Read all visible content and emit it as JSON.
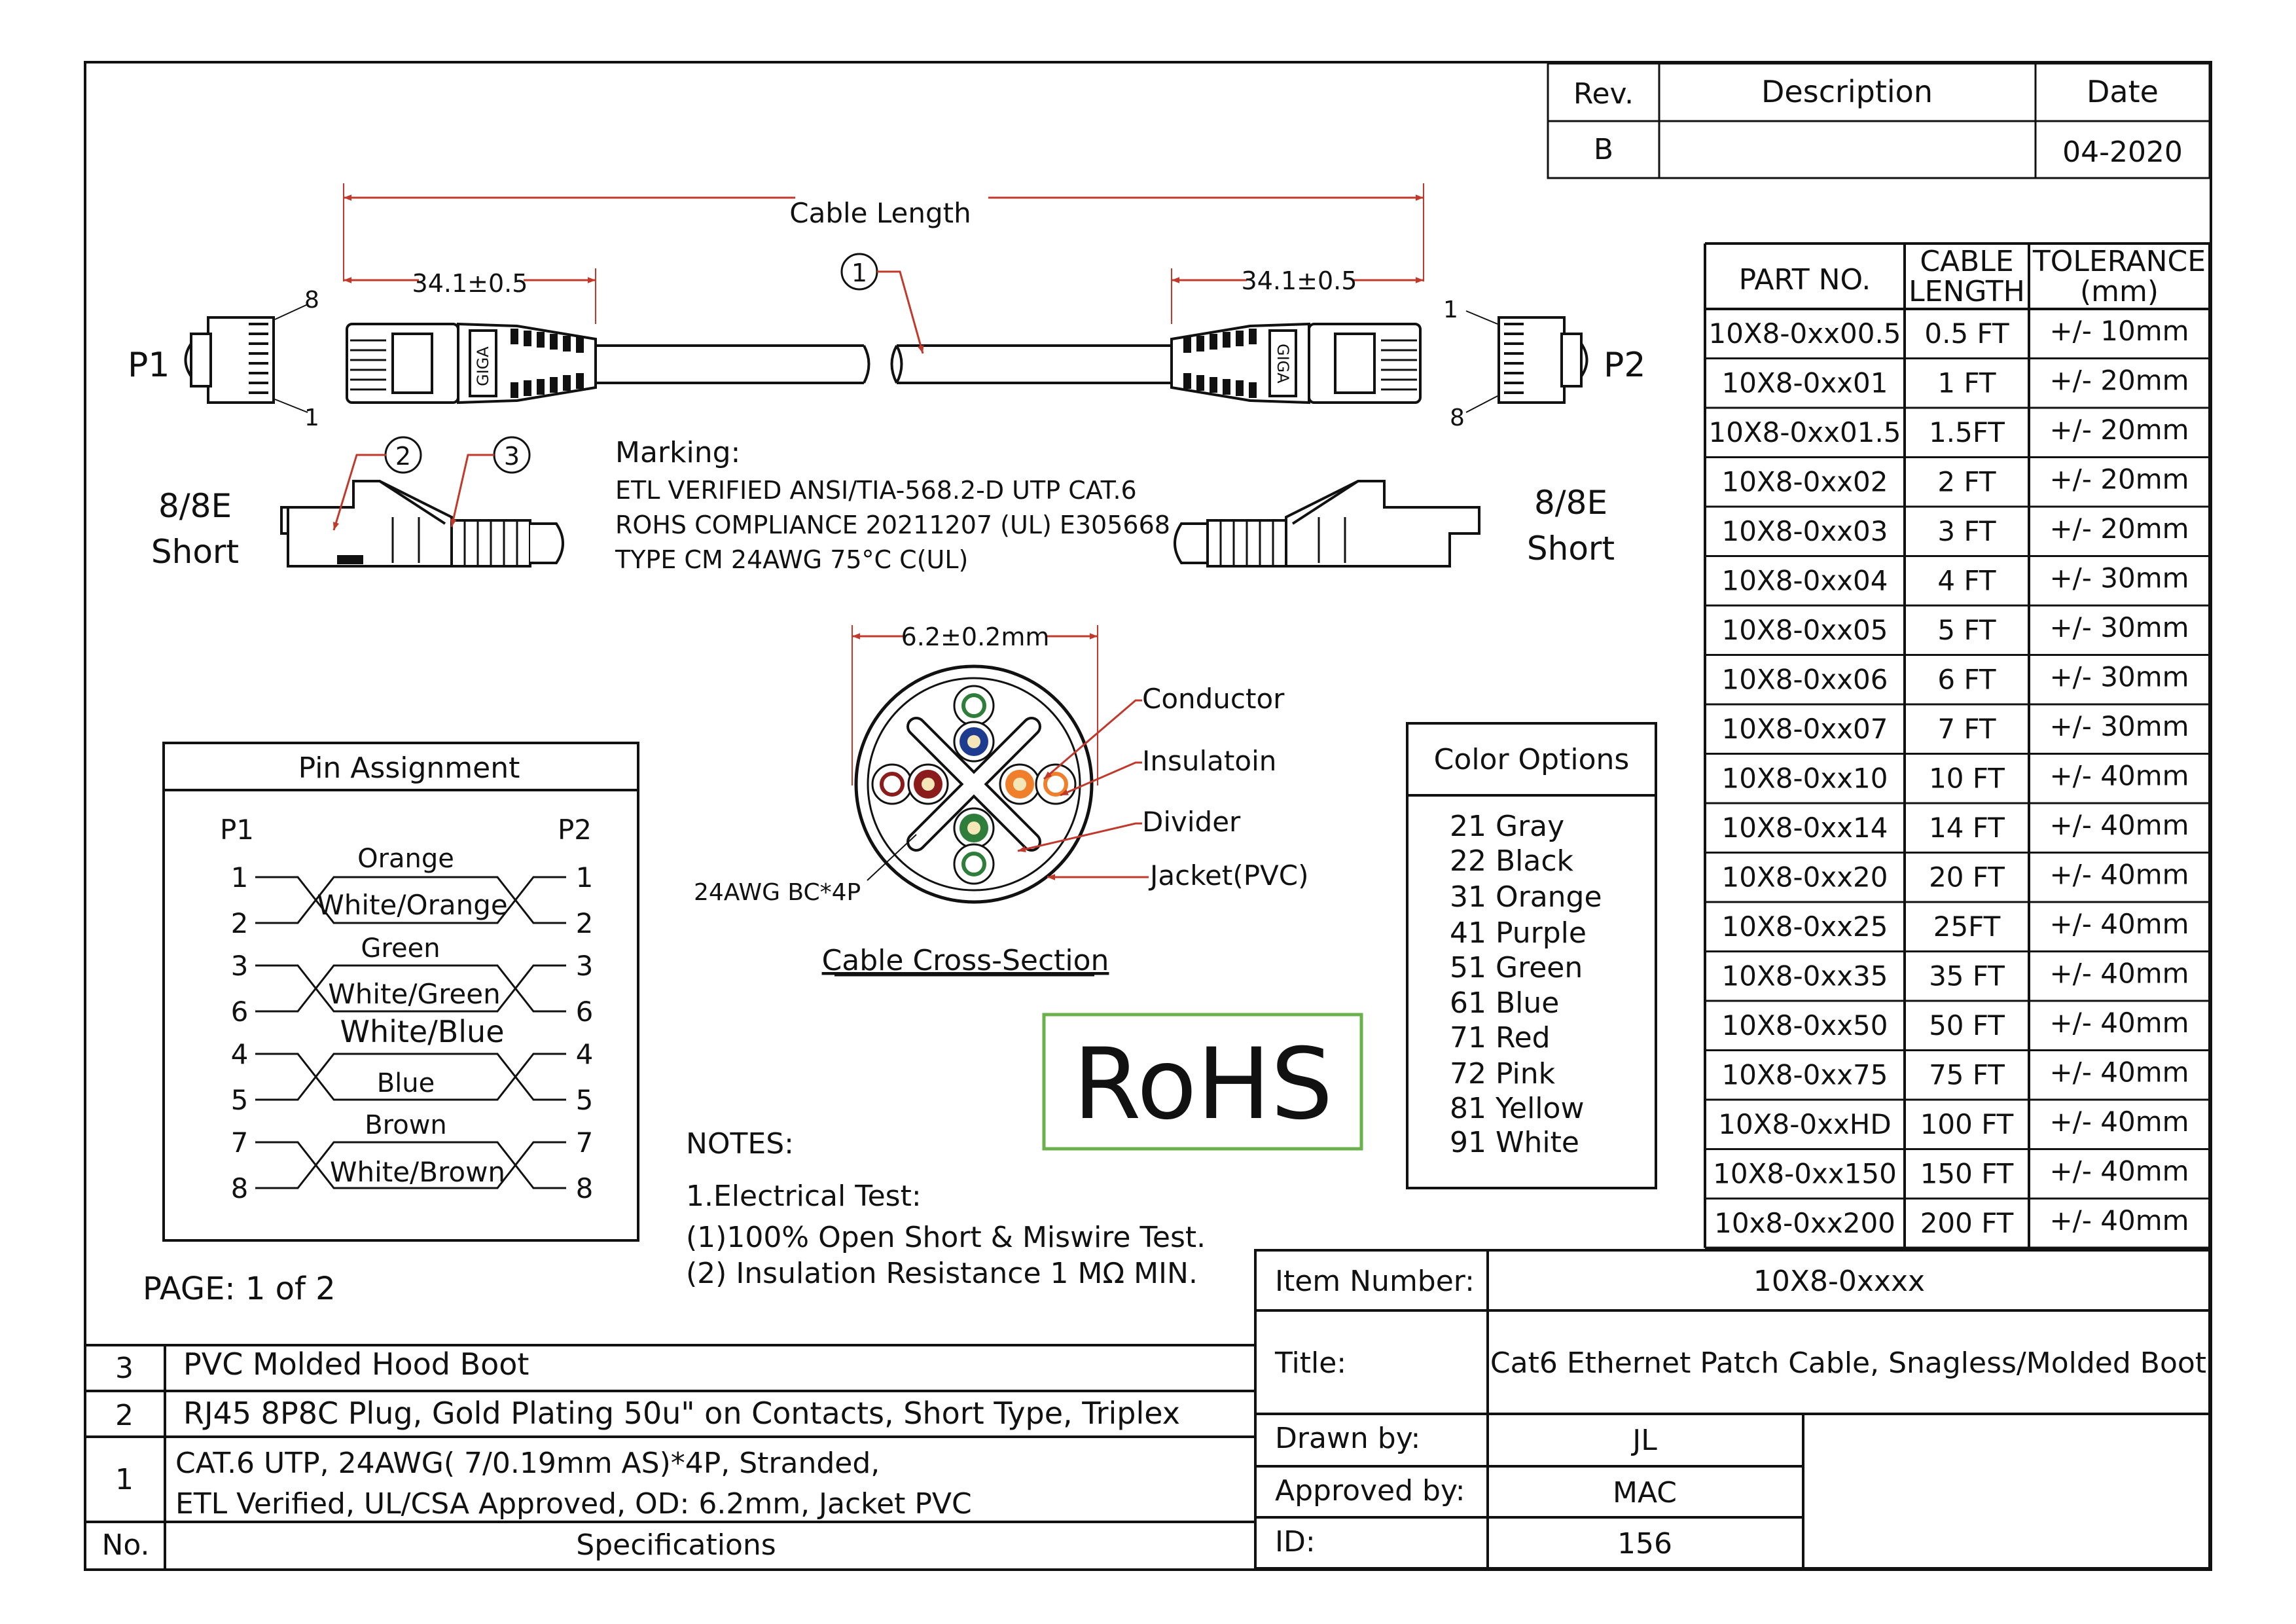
{
  "revision_block": {
    "rev_header": "Rev.",
    "desc_header": "Description",
    "date_header": "Date",
    "rev": "B",
    "description": "",
    "date": "04-2020"
  },
  "cable_drawing": {
    "cable_length_label": "Cable Length",
    "dim_left": "34.1±0.5",
    "dim_right": "34.1±0.5",
    "p1_label": "P1",
    "p2_label": "P2",
    "p1_pin_top": "8",
    "p1_pin_bottom": "1",
    "p2_pin_top": "1",
    "p2_pin_bottom": "8",
    "boot_text_left": "GIGA",
    "boot_text_right": "GIGA",
    "callout_1": "1",
    "callout_2": "2",
    "callout_3": "3",
    "short_left": [
      "8/8E",
      "Short"
    ],
    "short_right": [
      "8/8E",
      "Short"
    ]
  },
  "marking": {
    "title": "Marking:",
    "lines": [
      "ETL VERIFIED ANSI/TIA-568.2-D UTP CAT.6",
      "ROHS COMPLIANCE  20211207  (UL) E305668",
      "TYPE CM 24AWG 75°C   C(UL)"
    ]
  },
  "cross_section": {
    "diameter_label": "6.2±0.2mm",
    "callouts": [
      "Conductor",
      "Insulatoin",
      "Divider",
      "Jacket(PVC)"
    ],
    "awg_label": "24AWG BC*4P",
    "caption": "Cable Cross-Section",
    "pair_colors": [
      "#2f7d3a",
      "#1d3b8f",
      "#ef7f2a",
      "#8a1c1c"
    ]
  },
  "pin_assignment": {
    "title": "Pin Assignment",
    "p1": "P1",
    "p2": "P2",
    "groups": [
      {
        "top": "Orange",
        "bottom": "White/Orange",
        "pins": [
          "1",
          "2"
        ]
      },
      {
        "top": "Green",
        "bottom": "White/Green",
        "pins": [
          "3",
          "6"
        ]
      },
      {
        "top": "White/Blue",
        "bottom": "Blue",
        "pins": [
          "4",
          "5"
        ]
      },
      {
        "top": "Brown",
        "bottom": "White/Brown",
        "pins": [
          "7",
          "8"
        ]
      }
    ]
  },
  "rohs": {
    "text": "RoHS",
    "color": "#6ab04c"
  },
  "notes": {
    "title": "NOTES:",
    "lines": [
      "1.Electrical Test:",
      "(1)100% Open Short & Miswire Test.",
      "(2) Insulation Resistance 1 MΩ  MIN."
    ]
  },
  "page_label": "PAGE: 1 of 2",
  "color_options": {
    "title": "Color Options",
    "items": [
      "21  Gray",
      "22  Black",
      "31  Orange",
      "41  Purple",
      "51  Green",
      "61  Blue",
      "71  Red",
      "72  Pink",
      "81  Yellow",
      "91  White"
    ]
  },
  "parts_table": {
    "headers": {
      "part": "PART NO.",
      "length": [
        "CABLE",
        "LENGTH"
      ],
      "tolerance": [
        "TOLERANCE",
        "(mm)"
      ]
    },
    "rows": [
      [
        "10X8-0xx00.5",
        "0.5 FT",
        "+/- 10mm"
      ],
      [
        "10X8-0xx01",
        "1 FT",
        "+/- 20mm"
      ],
      [
        "10X8-0xx01.5",
        "1.5FT",
        "+/- 20mm"
      ],
      [
        "10X8-0xx02",
        "2 FT",
        "+/- 20mm"
      ],
      [
        "10X8-0xx03",
        "3 FT",
        "+/- 20mm"
      ],
      [
        "10X8-0xx04",
        "4 FT",
        "+/- 30mm"
      ],
      [
        "10X8-0xx05",
        "5 FT",
        "+/- 30mm"
      ],
      [
        "10X8-0xx06",
        "6 FT",
        "+/- 30mm"
      ],
      [
        "10X8-0xx07",
        "7 FT",
        "+/- 30mm"
      ],
      [
        "10X8-0xx10",
        "10 FT",
        "+/- 40mm"
      ],
      [
        "10X8-0xx14",
        "14 FT",
        "+/- 40mm"
      ],
      [
        "10X8-0xx20",
        "20 FT",
        "+/- 40mm"
      ],
      [
        "10X8-0xx25",
        "25FT",
        "+/- 40mm"
      ],
      [
        "10X8-0xx35",
        "35 FT",
        "+/- 40mm"
      ],
      [
        "10X8-0xx50",
        "50 FT",
        "+/- 40mm"
      ],
      [
        "10X8-0xx75",
        "75 FT",
        "+/- 40mm"
      ],
      [
        "10X8-0xxHD",
        "100 FT",
        "+/- 40mm"
      ],
      [
        "10X8-0xx150",
        "150 FT",
        "+/- 40mm"
      ],
      [
        "10x8-0xx200",
        "200 FT",
        "+/- 40mm"
      ]
    ]
  },
  "title_block": {
    "item_number_label": "Item Number:",
    "item_number": "10X8-0xxxx",
    "title_label": "Title:",
    "title": "Cat6 Ethernet Patch Cable, Snagless/Molded Boot",
    "drawn_label": "Drawn by:",
    "drawn": "JL",
    "approved_label": "Approved by:",
    "approved": "MAC",
    "id_label": "ID:",
    "id": "156"
  },
  "specs": {
    "no_header": "No.",
    "spec_header": "Specifications",
    "rows": [
      {
        "no": "3",
        "lines": [
          "PVC Molded Hood Boot"
        ]
      },
      {
        "no": "2",
        "lines": [
          "RJ45 8P8C  Plug, Gold Plating 50u\" on Contacts, Short Type, Triplex"
        ]
      },
      {
        "no": "1",
        "lines": [
          "CAT.6 UTP, 24AWG( 7/0.19mm AS)*4P, Stranded,",
          "ETL Verified, UL/CSA Approved, OD: 6.2mm, Jacket PVC"
        ]
      }
    ]
  },
  "colors": {
    "dimension": "#c0392b",
    "line": "#111111"
  }
}
